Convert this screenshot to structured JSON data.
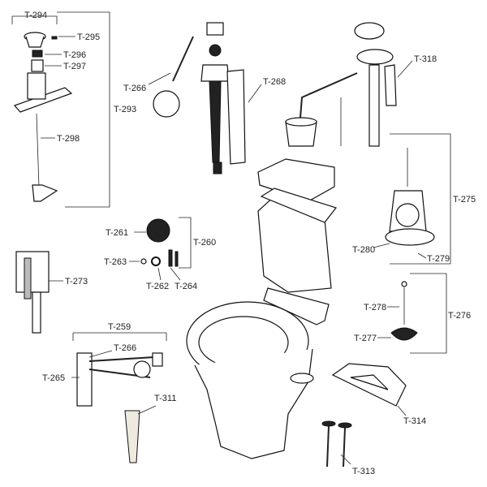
{
  "diagram": {
    "colors": {
      "line": "#222222",
      "background": "#ffffff",
      "part_fill": "#ffffff",
      "dark_part": "#222222",
      "tube": "#eeeae0"
    },
    "labels": {
      "t294": "T-294",
      "t295": "T-295",
      "t296": "T-296",
      "t297": "T-297",
      "t293": "T-293",
      "t298": "T-298",
      "t266a": "T-266",
      "t268": "T-268",
      "t318": "T-318",
      "t275": "T-275",
      "t280": "T-280",
      "t279": "T-279",
      "t261": "T-261",
      "t260": "T-260",
      "t263": "T-263",
      "t262": "T-262",
      "t264": "T-264",
      "t273": "T-273",
      "t259": "T-259",
      "t266b": "T-266",
      "t265": "T-265",
      "t311": "T-311",
      "t278": "T-278",
      "t276": "T-276",
      "t277": "T-277",
      "t314": "T-314",
      "t313": "T-313"
    }
  }
}
